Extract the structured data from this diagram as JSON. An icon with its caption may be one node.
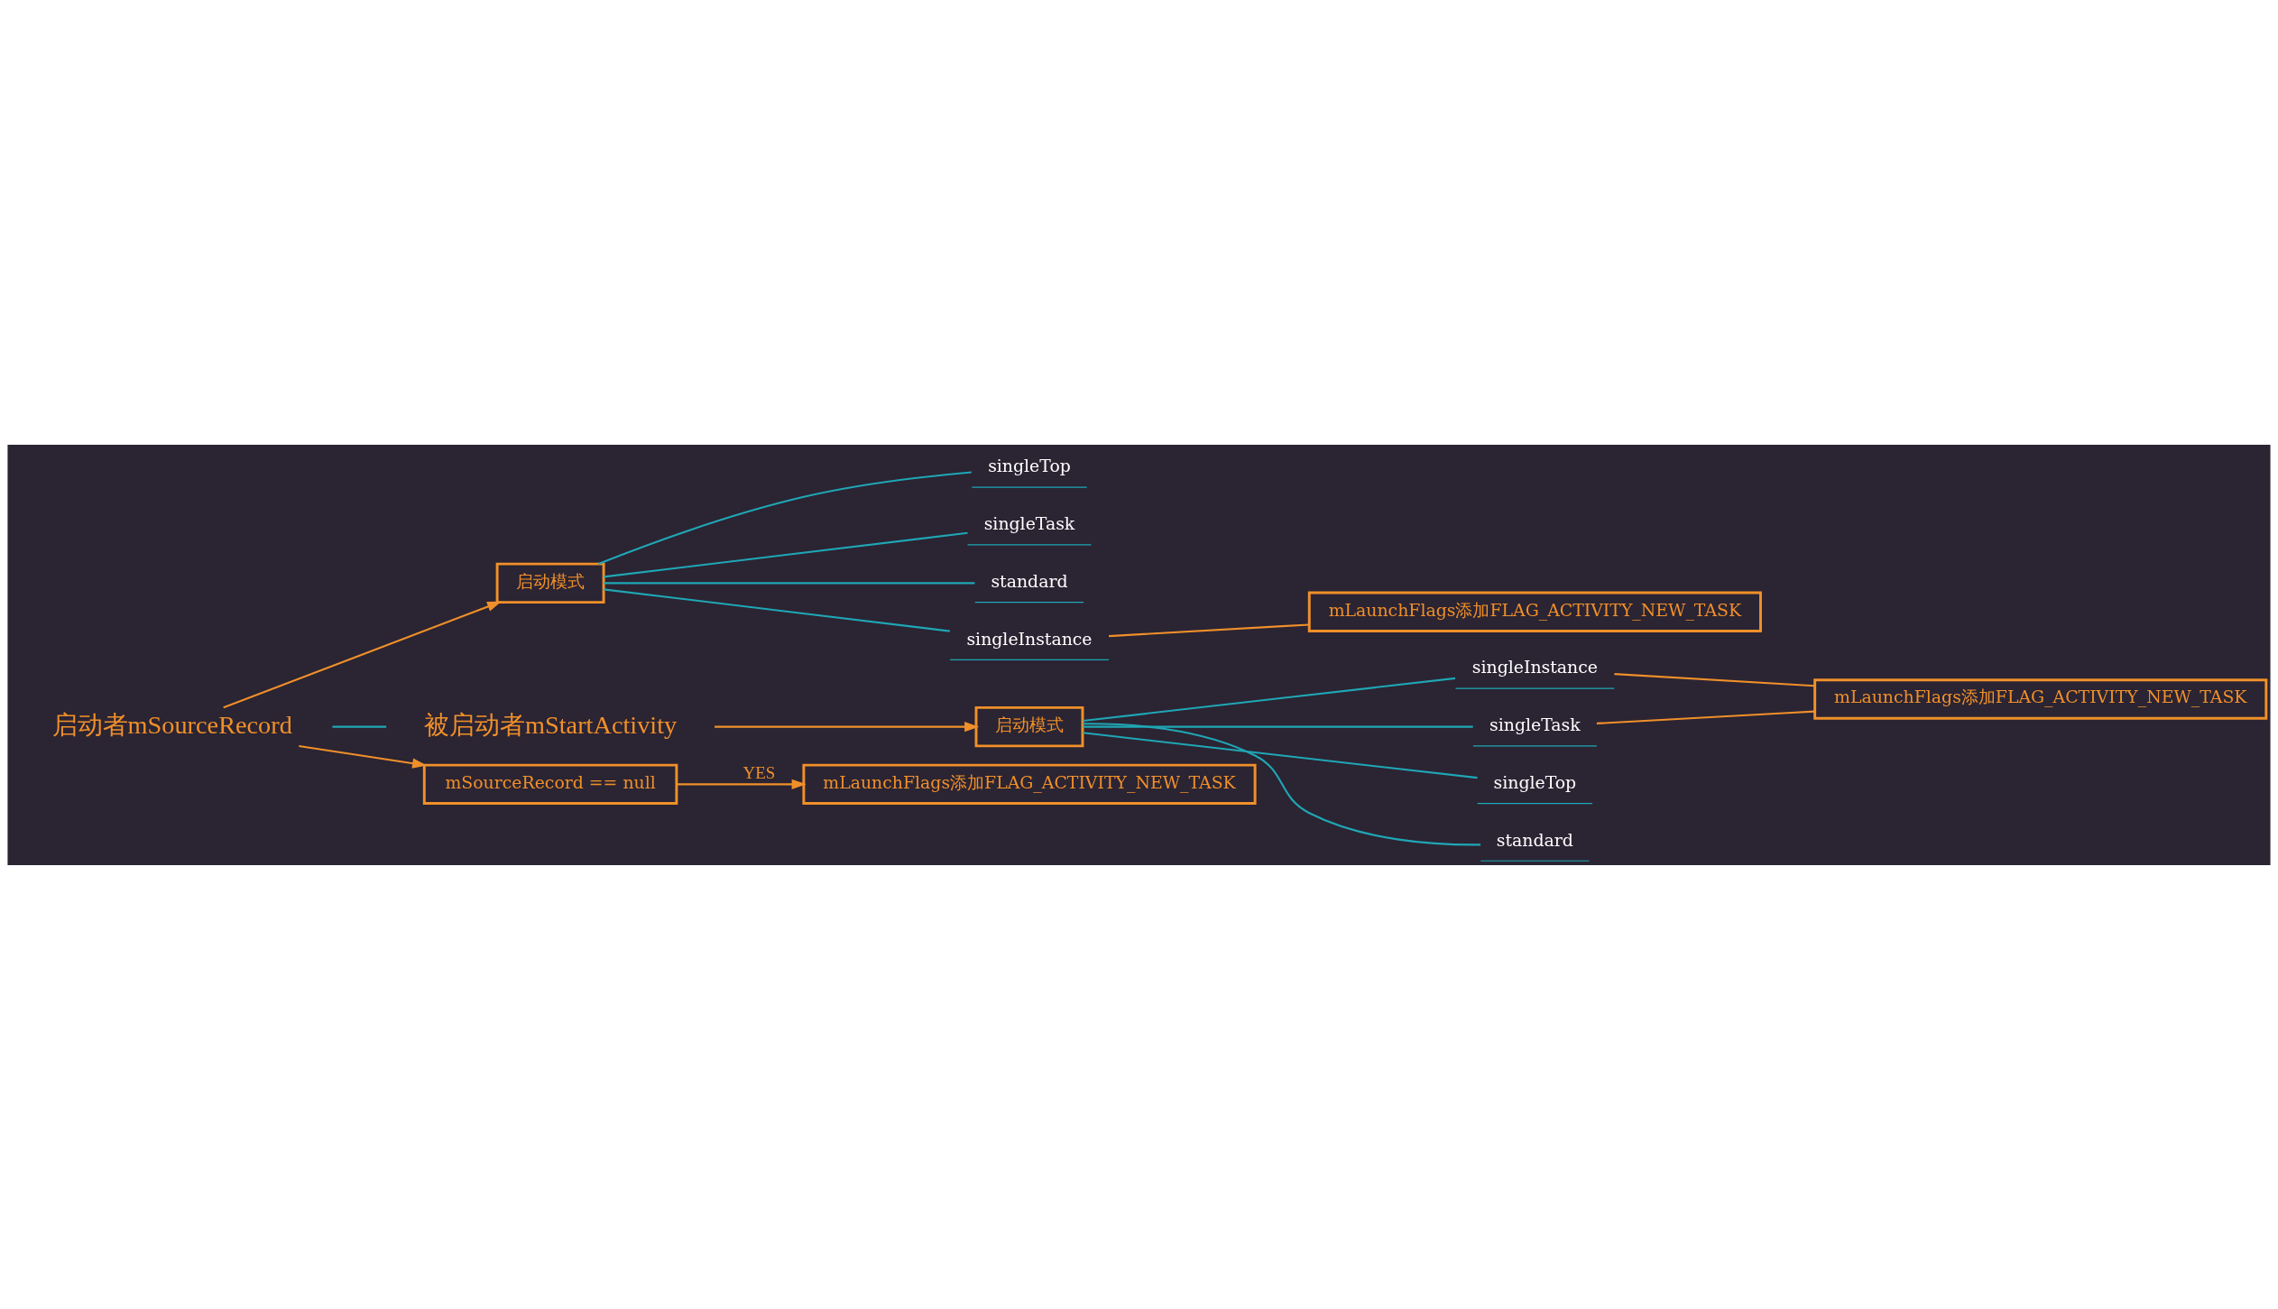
{
  "diagram": {
    "nodes": [
      {
        "text": [
          "启动模式"
        ]
      },
      {
        "text": [
          "singleTop"
        ]
      },
      {
        "text": [
          "singleTask"
        ]
      },
      {
        "text": [
          "standard"
        ]
      },
      {
        "text": [
          "singleInstance"
        ]
      },
      {
        "text": [
          "mLaunchFlags添加FLAG_ACTIVITY_NEW_TASK"
        ]
      },
      {
        "text": [
          "启动模式"
        ]
      },
      {
        "text": [
          "singleInstance"
        ]
      },
      {
        "text": [
          "singleTask"
        ]
      },
      {
        "text": [
          "singleTop"
        ]
      },
      {
        "text": [
          "standard"
        ]
      },
      {
        "text": [
          "mLaunchFlags添加FLAG_ACTIVITY_NEW_TASK"
        ]
      },
      {
        "text": [
          "启动者mSourceRecord"
        ]
      },
      {
        "text": [
          "被启动者mStartActivity"
        ]
      },
      {
        "text": [
          "mSourceRecord == null"
        ]
      },
      {
        "text": [
          "mLaunchFlags添加FLAG_ACTIVITY_NEW_TASK"
        ]
      }
    ],
    "edges": [
      {
        "from": 12,
        "to": 0,
        "arrow": "to",
        "color": "#f0902a"
      },
      {
        "from": 0,
        "to": 1,
        "arrow": "none"
      },
      {
        "from": 0,
        "to": 2,
        "arrow": "none"
      },
      {
        "from": 0,
        "to": 3,
        "arrow": "none"
      },
      {
        "from": 0,
        "to": 4,
        "arrow": "none"
      },
      {
        "from": 4,
        "to": 5,
        "arrow": "none",
        "color": "#f0902a"
      },
      {
        "from": 13,
        "to": 6,
        "arrow": "to",
        "color": "#f0902a"
      },
      {
        "from": 6,
        "to": 7,
        "arrow": "none"
      },
      {
        "from": 6,
        "to": 8,
        "arrow": "none"
      },
      {
        "from": 6,
        "to": 9,
        "arrow": "none"
      },
      {
        "from": 6,
        "to": 10,
        "arrow": "none"
      },
      {
        "from": 7,
        "to": 11,
        "arrow": "none",
        "color": "#f0902a"
      },
      {
        "from": 8,
        "to": 11,
        "arrow": "none",
        "color": "#f0902a"
      },
      {
        "from": 12,
        "to": 13,
        "arrow": "none"
      },
      {
        "from": 12,
        "to": 14,
        "arrow": "to",
        "color": "#f0902a"
      },
      {
        "from": 14,
        "to": 15,
        "arrow": "to",
        "label": "YES",
        "color": "#f0902a"
      }
    ]
  }
}
